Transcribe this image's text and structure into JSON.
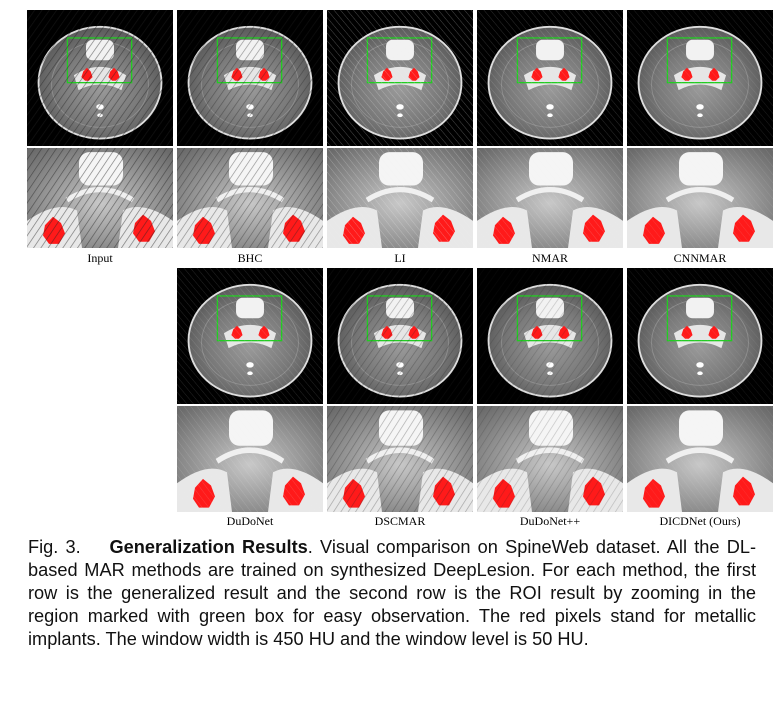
{
  "figure": {
    "methods_row1": [
      "Input",
      "BHC",
      "LI",
      "NMAR",
      "CNNMAR"
    ],
    "methods_row2": [
      "DuDoNet",
      "DSCMAR",
      "DuDoNet++",
      "DICDNet (Ours)"
    ],
    "colors": {
      "background": "#000000",
      "roi_box": "#22cc22",
      "metal_implant": "#ff1a1a"
    }
  },
  "caption": {
    "label": "Fig. 3.",
    "title": "Generalization Results",
    "body": ". Visual comparison on SpineWeb dataset. All the DL-based MAR methods are trained on synthesized DeepLesion. For each method, the first row is the generalized result and the second row is the ROI result by zooming in the region marked with green box for easy observation. The red pixels stand for metallic implants. The window width is 450 HU and the window level is 50 HU."
  }
}
